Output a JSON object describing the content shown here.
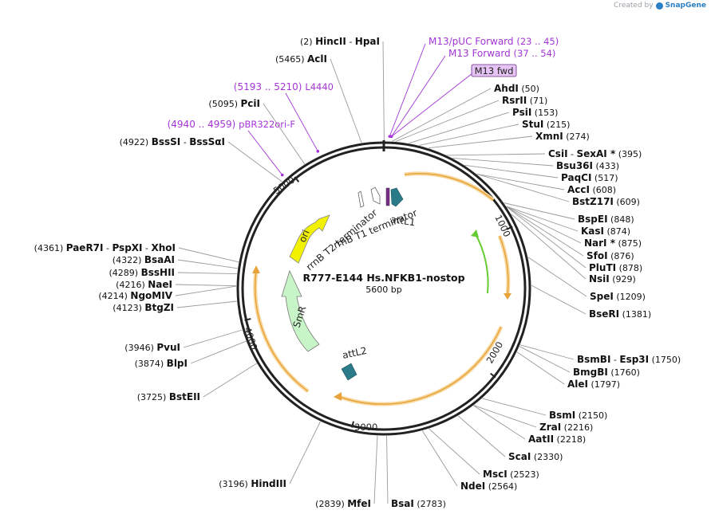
{
  "credit": {
    "prefix": "Created by",
    "brand": "SnapGene"
  },
  "plasmid": {
    "name": "R777-E144 Hs.NFKB1-nostop",
    "length_label": "5600 bp",
    "total_bp": 5600
  },
  "colors": {
    "backbone": "#222222",
    "enzyme_line": "#9a9a9a",
    "primer": "#a335d6",
    "orf_outline": "#e8a33a",
    "orf_fill": "#f7d9a1",
    "ori": "#f2f200",
    "smr": "#c8f5c8",
    "att": "#2a7a8a",
    "green_arc": "#66cc33"
  },
  "ticks": [
    {
      "bp": 1000,
      "label": "1000"
    },
    {
      "bp": 2000,
      "label": "2000"
    },
    {
      "bp": 3000,
      "label": "3000"
    },
    {
      "bp": 4000,
      "label": "4000"
    },
    {
      "bp": 5000,
      "label": "5000"
    }
  ],
  "sites": [
    {
      "names": [
        "HincII",
        "HpaI"
      ],
      "pos": "(2)",
      "bp": 2,
      "anchor": "end"
    },
    {
      "names": [
        "AclI"
      ],
      "pos": "(5465)",
      "bp": 5465,
      "anchor": "end"
    },
    {
      "names": [
        "PciI"
      ],
      "pos": "(5095)",
      "bp": 5095,
      "anchor": "end"
    },
    {
      "names": [
        "BssSI",
        "BssSαI"
      ],
      "pos": "(4922)",
      "bp": 4922,
      "anchor": "end"
    },
    {
      "names": [
        "AhdI"
      ],
      "pos": "(50)",
      "bp": 50,
      "anchor": "start"
    },
    {
      "names": [
        "RsrII"
      ],
      "pos": "(71)",
      "bp": 71,
      "anchor": "start"
    },
    {
      "names": [
        "PsiI"
      ],
      "pos": "(153)",
      "bp": 153,
      "anchor": "start"
    },
    {
      "names": [
        "StuI"
      ],
      "pos": "(215)",
      "bp": 215,
      "anchor": "start"
    },
    {
      "names": [
        "XmnI"
      ],
      "pos": "(274)",
      "bp": 274,
      "anchor": "start"
    },
    {
      "names": [
        "CsiI",
        "SexAI *"
      ],
      "pos": "(395)",
      "bp": 395,
      "anchor": "start"
    },
    {
      "names": [
        "Bsu36I"
      ],
      "pos": "(433)",
      "bp": 433,
      "anchor": "start"
    },
    {
      "names": [
        "PaqCI"
      ],
      "pos": "(517)",
      "bp": 517,
      "anchor": "start"
    },
    {
      "names": [
        "AccI"
      ],
      "pos": "(608)",
      "bp": 608,
      "anchor": "start"
    },
    {
      "names": [
        "BstZ17I"
      ],
      "pos": "(609)",
      "bp": 609,
      "anchor": "start"
    },
    {
      "names": [
        "BspEI"
      ],
      "pos": "(848)",
      "bp": 848,
      "anchor": "start"
    },
    {
      "names": [
        "KasI"
      ],
      "pos": "(874)",
      "bp": 874,
      "anchor": "start"
    },
    {
      "names": [
        "NarI *"
      ],
      "pos": "(875)",
      "bp": 875,
      "anchor": "start"
    },
    {
      "names": [
        "SfoI"
      ],
      "pos": "(876)",
      "bp": 876,
      "anchor": "start"
    },
    {
      "names": [
        "PluTI"
      ],
      "pos": "(878)",
      "bp": 878,
      "anchor": "start"
    },
    {
      "names": [
        "NsiI"
      ],
      "pos": "(929)",
      "bp": 929,
      "anchor": "start"
    },
    {
      "names": [
        "SpeI"
      ],
      "pos": "(1209)",
      "bp": 1209,
      "anchor": "start"
    },
    {
      "names": [
        "BseRI"
      ],
      "pos": "(1381)",
      "bp": 1381,
      "anchor": "start"
    },
    {
      "names": [
        "BsmBI",
        "Esp3I"
      ],
      "pos": "(1750)",
      "bp": 1750,
      "anchor": "start"
    },
    {
      "names": [
        "BmgBI"
      ],
      "pos": "(1760)",
      "bp": 1760,
      "anchor": "start"
    },
    {
      "names": [
        "AleI"
      ],
      "pos": "(1797)",
      "bp": 1797,
      "anchor": "start"
    },
    {
      "names": [
        "BsmI"
      ],
      "pos": "(2150)",
      "bp": 2150,
      "anchor": "start"
    },
    {
      "names": [
        "ZraI"
      ],
      "pos": "(2216)",
      "bp": 2216,
      "anchor": "start"
    },
    {
      "names": [
        "AatII"
      ],
      "pos": "(2218)",
      "bp": 2218,
      "anchor": "start"
    },
    {
      "names": [
        "ScaI"
      ],
      "pos": "(2330)",
      "bp": 2330,
      "anchor": "start"
    },
    {
      "names": [
        "MscI"
      ],
      "pos": "(2523)",
      "bp": 2523,
      "anchor": "start"
    },
    {
      "names": [
        "NdeI"
      ],
      "pos": "(2564)",
      "bp": 2564,
      "anchor": "start"
    },
    {
      "names": [
        "BsaI"
      ],
      "pos": "(2783)",
      "bp": 2783,
      "anchor": "start"
    },
    {
      "names": [
        "MfeI"
      ],
      "pos": "(2839)",
      "bp": 2839,
      "anchor": "end"
    },
    {
      "names": [
        "HindIII"
      ],
      "pos": "(3196)",
      "bp": 3196,
      "anchor": "end"
    },
    {
      "names": [
        "BstEII"
      ],
      "pos": "(3725)",
      "bp": 3725,
      "anchor": "end"
    },
    {
      "names": [
        "BlpI"
      ],
      "pos": "(3874)",
      "bp": 3874,
      "anchor": "end"
    },
    {
      "names": [
        "PvuI"
      ],
      "pos": "(3946)",
      "bp": 3946,
      "anchor": "end"
    },
    {
      "names": [
        "BtgZI"
      ],
      "pos": "(4123)",
      "bp": 4123,
      "anchor": "end"
    },
    {
      "names": [
        "NgoMIV"
      ],
      "pos": "(4214)",
      "bp": 4214,
      "anchor": "end"
    },
    {
      "names": [
        "NaeI"
      ],
      "pos": "(4216)",
      "bp": 4216,
      "anchor": "end"
    },
    {
      "names": [
        "BssHII"
      ],
      "pos": "(4289)",
      "bp": 4289,
      "anchor": "end"
    },
    {
      "names": [
        "BsaAI"
      ],
      "pos": "(4322)",
      "bp": 4322,
      "anchor": "end"
    },
    {
      "names": [
        "PaeR7I",
        "PspXI",
        "XhoI"
      ],
      "pos": "(4361)",
      "bp": 4361,
      "anchor": "end"
    }
  ],
  "primers": [
    {
      "name": "M13/pUC Forward",
      "range": "(23 .. 45)",
      "name_first": true,
      "bp": 34
    },
    {
      "name": "M13 Forward",
      "range": "(37 .. 54)",
      "name_first": true,
      "bp": 45
    },
    {
      "name": "L4440",
      "range": "(5193 .. 5210)",
      "name_first": false,
      "bp": 5201
    },
    {
      "name": "pBR322ori-F",
      "range": "(4940 .. 4959)",
      "name_first": false,
      "bp": 4950
    }
  ],
  "boxed_feature": {
    "label": "M13 fwd",
    "bp": 45
  },
  "inner_labels": {
    "ori": "ori",
    "smr": "SmR",
    "attL1": "attL1",
    "attL2": "attL2",
    "rrnb_t1": "rrnB T1 terminator",
    "rrnb_t2": "rrnB T2 terminator"
  }
}
